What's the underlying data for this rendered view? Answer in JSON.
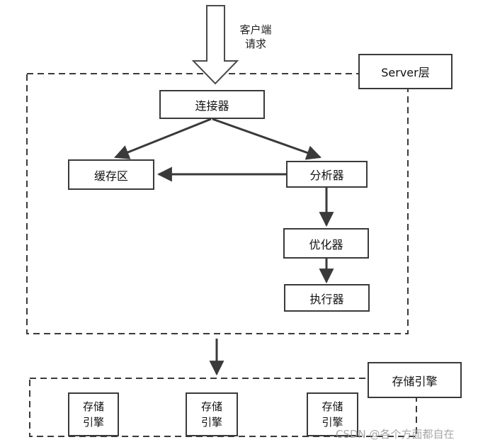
{
  "client_request": {
    "line1": "客户端",
    "line2": "请求"
  },
  "layers": {
    "server": "Server层",
    "storage": "存储引擎"
  },
  "nodes": {
    "connector": "连接器",
    "cache": "缓存区",
    "analyzer": "分析器",
    "optimizer": "优化器",
    "executor": "执行器"
  },
  "engines": [
    {
      "line1": "存储",
      "line2": "引擎"
    },
    {
      "line1": "存储",
      "line2": "引擎"
    },
    {
      "line1": "存储",
      "line2": "引擎"
    }
  ],
  "watermark": "CSDN @各个方面都自在",
  "colors": {
    "stroke": "#3a3a3a",
    "background": "#ffffff"
  }
}
